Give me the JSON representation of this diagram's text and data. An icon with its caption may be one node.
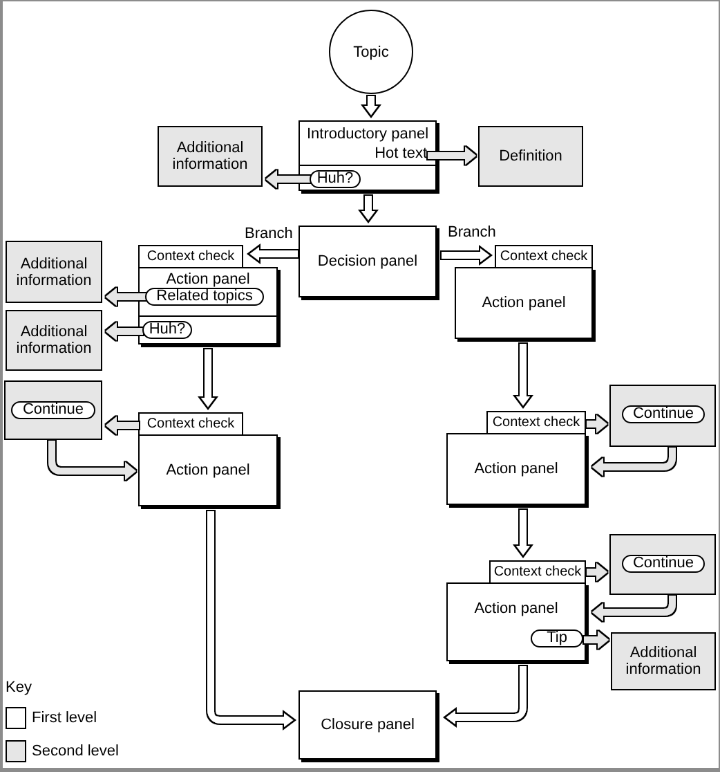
{
  "diagram": {
    "nodes": [
      {
        "text": [
          "Topic"
        ]
      },
      {
        "text": [
          "Additional information"
        ]
      },
      {
        "text": [
          "Introductory panel"
        ]
      },
      {
        "text": [
          "Hot text"
        ],
        "in": 2
      },
      {
        "text": [
          "Huh?"
        ],
        "in": 2
      },
      {
        "text": [
          "Definition"
        ]
      },
      {
        "text": [
          "Decision panel"
        ]
      },
      {
        "text": [
          "Additional information"
        ]
      },
      {
        "text": [
          "Context check"
        ]
      },
      {
        "text": [
          "Action panel"
        ]
      },
      {
        "text": [
          "Related topics"
        ],
        "in": 9
      },
      {
        "text": [
          "Huh?"
        ],
        "in": 9
      },
      {
        "text": [
          "Context check"
        ]
      },
      {
        "text": [
          "Action panel"
        ]
      },
      {
        "text": [
          "Additional information"
        ]
      },
      {
        "text": [],
        "shape": "box"
      },
      {
        "text": [
          "Continue"
        ],
        "in": 15
      },
      {
        "text": [
          "Context check"
        ]
      },
      {
        "text": [
          "Action panel"
        ]
      },
      {
        "text": [
          "Context check"
        ]
      },
      {
        "text": [
          "Action panel"
        ]
      },
      {
        "text": [],
        "shape": "box"
      },
      {
        "text": [
          "Continue"
        ],
        "in": 21
      },
      {
        "text": [],
        "shape": "box"
      },
      {
        "text": [
          "Continue"
        ],
        "in": 23
      },
      {
        "text": [
          "Context check"
        ]
      },
      {
        "text": [
          "Action panel"
        ]
      },
      {
        "text": [
          "Tip"
        ],
        "in": 26
      },
      {
        "text": [
          "Additional information"
        ]
      },
      {
        "text": [
          "Closure panel"
        ]
      }
    ],
    "edges": [
      {
        "from": 0,
        "to": 2,
        "arrow": "to",
        "color": "#000000"
      },
      {
        "from": 3,
        "to": 5,
        "arrow": "to"
      },
      {
        "from": 4,
        "to": 1,
        "arrow": "to"
      },
      {
        "from": 2,
        "to": 6,
        "arrow": "to",
        "color": "#000000"
      },
      {
        "from": 6,
        "to": 8,
        "arrow": "to",
        "label": "Branch",
        "color": "#000000"
      },
      {
        "from": 6,
        "to": 12,
        "arrow": "to",
        "label": "Branch",
        "color": "#000000"
      },
      {
        "from": 10,
        "to": 7,
        "arrow": "to"
      },
      {
        "from": 11,
        "to": 14,
        "arrow": "to"
      },
      {
        "from": 9,
        "to": 17,
        "arrow": "to",
        "color": "#000000"
      },
      {
        "from": 17,
        "to": 15,
        "arrow": "to"
      },
      {
        "from": 15,
        "to": 18,
        "arrow": "to"
      },
      {
        "from": 18,
        "to": 29,
        "arrow": "to",
        "color": "#000000"
      },
      {
        "from": 13,
        "to": 19,
        "arrow": "to",
        "color": "#000000"
      },
      {
        "from": 19,
        "to": 21,
        "arrow": "to"
      },
      {
        "from": 21,
        "to": 20,
        "arrow": "to"
      },
      {
        "from": 20,
        "to": 25,
        "arrow": "to",
        "color": "#000000"
      },
      {
        "from": 25,
        "to": 23,
        "arrow": "to"
      },
      {
        "from": 23,
        "to": 26,
        "arrow": "to"
      },
      {
        "from": 27,
        "to": 28,
        "arrow": "to"
      },
      {
        "from": 26,
        "to": 29,
        "arrow": "to",
        "color": "#000000"
      }
    ],
    "labels": [
      "Key"
    ],
    "legend": [
      {
        "text": "First level",
        "color": "#ffffff"
      },
      {
        "text": "Second level",
        "color": "#e6e6e6"
      }
    ]
  }
}
